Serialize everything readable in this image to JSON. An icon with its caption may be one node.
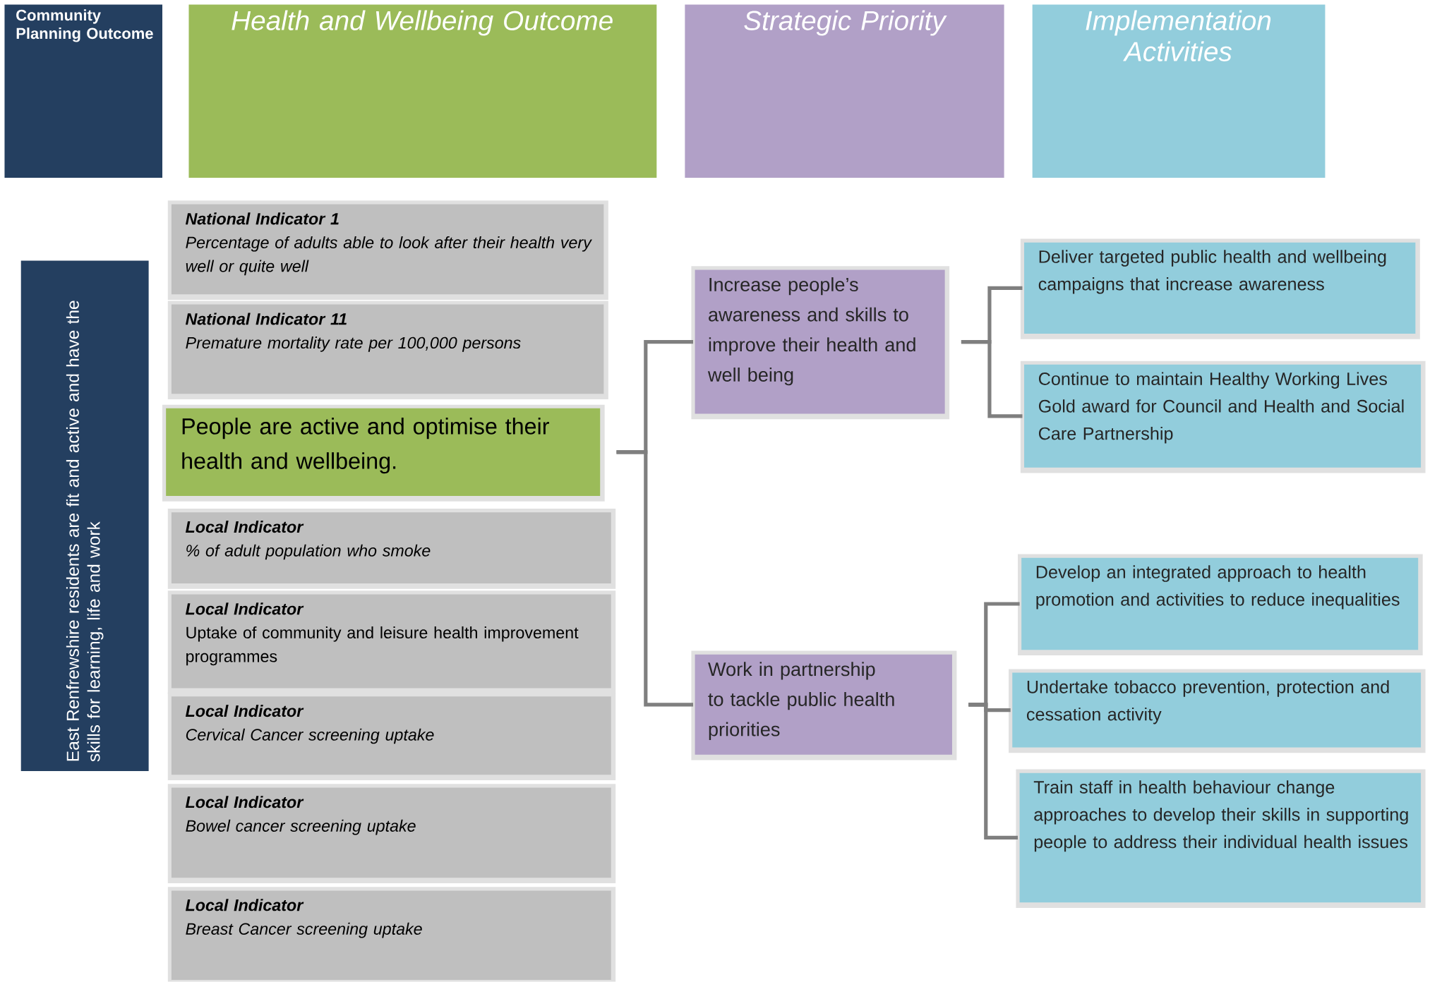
{
  "diagram": {
    "nodes": [
      {
        "text": [
          "Community Planning Outcome"
        ]
      },
      {
        "text": [
          "Health and Wellbeing Outcome"
        ]
      },
      {
        "text": [
          "Strategic Priority"
        ]
      },
      {
        "text": [
          "Implementation Activities"
        ]
      },
      {
        "text": [
          "East Renfrewshire residents are fit and active and have the skills for learning, life and work"
        ]
      },
      {
        "text": [
          "National Indicator 1",
          "Percentage of adults able to look after their health very well or quite well"
        ]
      },
      {
        "text": [
          "National Indicator 11",
          "Premature mortality rate per 100,000 persons"
        ]
      },
      {
        "text": [
          "People are active and optimise their health and wellbeing."
        ]
      },
      {
        "text": [
          "Local Indicator",
          "% of adult population who smoke"
        ]
      },
      {
        "text": [
          "Local Indicator",
          "Uptake of community and leisure health improvement programmes"
        ]
      },
      {
        "text": [
          "Local Indicator",
          "Cervical Cancer screening uptake"
        ]
      },
      {
        "text": [
          "Local Indicator",
          "Bowel cancer screening uptake"
        ]
      },
      {
        "text": [
          "Local Indicator",
          "Breast Cancer screening uptake"
        ]
      },
      {
        "text": [
          "Increase people’s awareness and skills to improve their health and well being"
        ]
      },
      {
        "text": [
          "Work in partnership to tackle public health priorities"
        ]
      },
      {
        "text": [
          "Deliver targeted public health and wellbeing campaigns that increase awareness"
        ]
      },
      {
        "text": [
          "Continue to maintain Healthy Working Lives Gold award for Council and Health and Social Care Partnership"
        ]
      },
      {
        "text": [
          "Develop an integrated approach to health promotion and activities to reduce inequalities"
        ]
      },
      {
        "text": [
          "Undertake tobacco prevention, protection and cessation activity"
        ]
      },
      {
        "text": [
          "Train staff in health behaviour change approaches to develop their skills in supporting people to address their individual health issues"
        ]
      }
    ],
    "edges": [
      {
        "from": 7,
        "to": 13,
        "arrow": "none"
      },
      {
        "from": 7,
        "to": 14,
        "arrow": "none"
      },
      {
        "from": 13,
        "to": 15,
        "arrow": "none"
      },
      {
        "from": 13,
        "to": 16,
        "arrow": "none"
      },
      {
        "from": 14,
        "to": 17,
        "arrow": "none"
      },
      {
        "from": 14,
        "to": 18,
        "arrow": "none"
      },
      {
        "from": 14,
        "to": 19,
        "arrow": "none"
      }
    ]
  }
}
